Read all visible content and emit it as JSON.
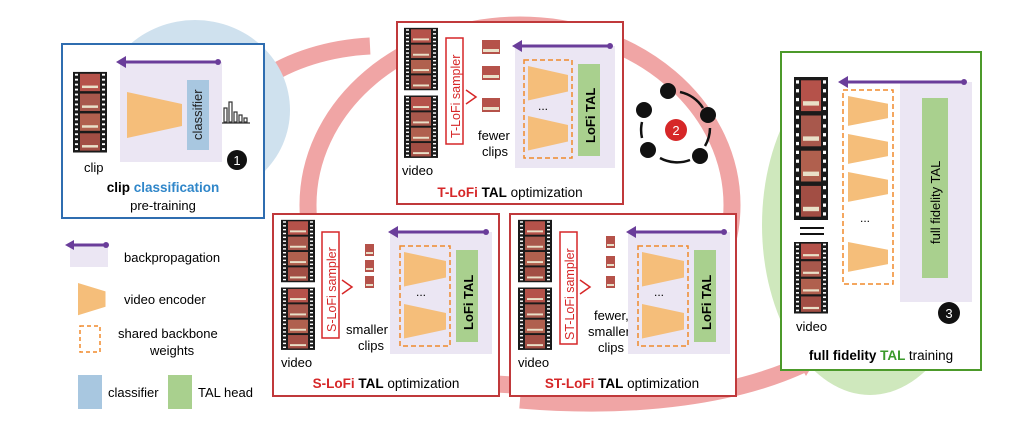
{
  "colors": {
    "cycle_red": "#f0a5a5",
    "box_blue": "#2f6db0",
    "box_red": "#c0393b",
    "box_green": "#4c9a2a",
    "bp_purple": "#6a3d9a",
    "encoder_orange": "#f5be7a",
    "classifier_blue": "#a8c7e0",
    "tal_green": "#a9d08e",
    "text_red": "#d62728",
    "text_blue": "#2f86c9",
    "text_green": "#3a9a2a"
  },
  "stage1": {
    "clip_label": "clip",
    "classifier_label": "classifier",
    "step_number": "1",
    "caption_word1": "clip",
    "caption_word2": "classification",
    "caption_line2": "pre-training"
  },
  "step2": {
    "number": "2"
  },
  "t_lofi": {
    "video_label": "video",
    "sampler_label": "T-LoFi sampler",
    "output_line1": "fewer",
    "output_line2": "clips",
    "head_label": "LoFi TAL",
    "caption_prefix": "T-LoFi",
    "caption_bold": "TAL",
    "caption_rest": "optimization",
    "ellipsis": "..."
  },
  "s_lofi": {
    "video_label": "video",
    "sampler_label": "S-LoFi sampler",
    "output_line1": "smaller",
    "output_line2": "clips",
    "head_label": "LoFi TAL",
    "caption_prefix": "S-LoFi",
    "caption_bold": "TAL",
    "caption_rest": "optimization",
    "ellipsis": "..."
  },
  "st_lofi": {
    "video_label": "video",
    "sampler_label": "ST-LoFi sampler",
    "output_line1": "fewer,",
    "output_line2": "smaller",
    "output_line3": "clips",
    "head_label": "LoFi TAL",
    "caption_prefix": "ST-LoFi",
    "caption_bold": "TAL",
    "caption_rest": "optimization",
    "ellipsis": "..."
  },
  "stage3": {
    "video_label": "video",
    "head_label": "full fidelity TAL",
    "step_number": "3",
    "caption_word1": "full fidelity",
    "caption_word2": "TAL",
    "caption_word3": "training",
    "ellipsis": "..."
  },
  "legend": {
    "backprop": "backpropagation",
    "encoder": "video encoder",
    "shared_line1": "shared backbone",
    "shared_line2": "weights",
    "classifier": "classifier",
    "tal_head": "TAL head"
  }
}
